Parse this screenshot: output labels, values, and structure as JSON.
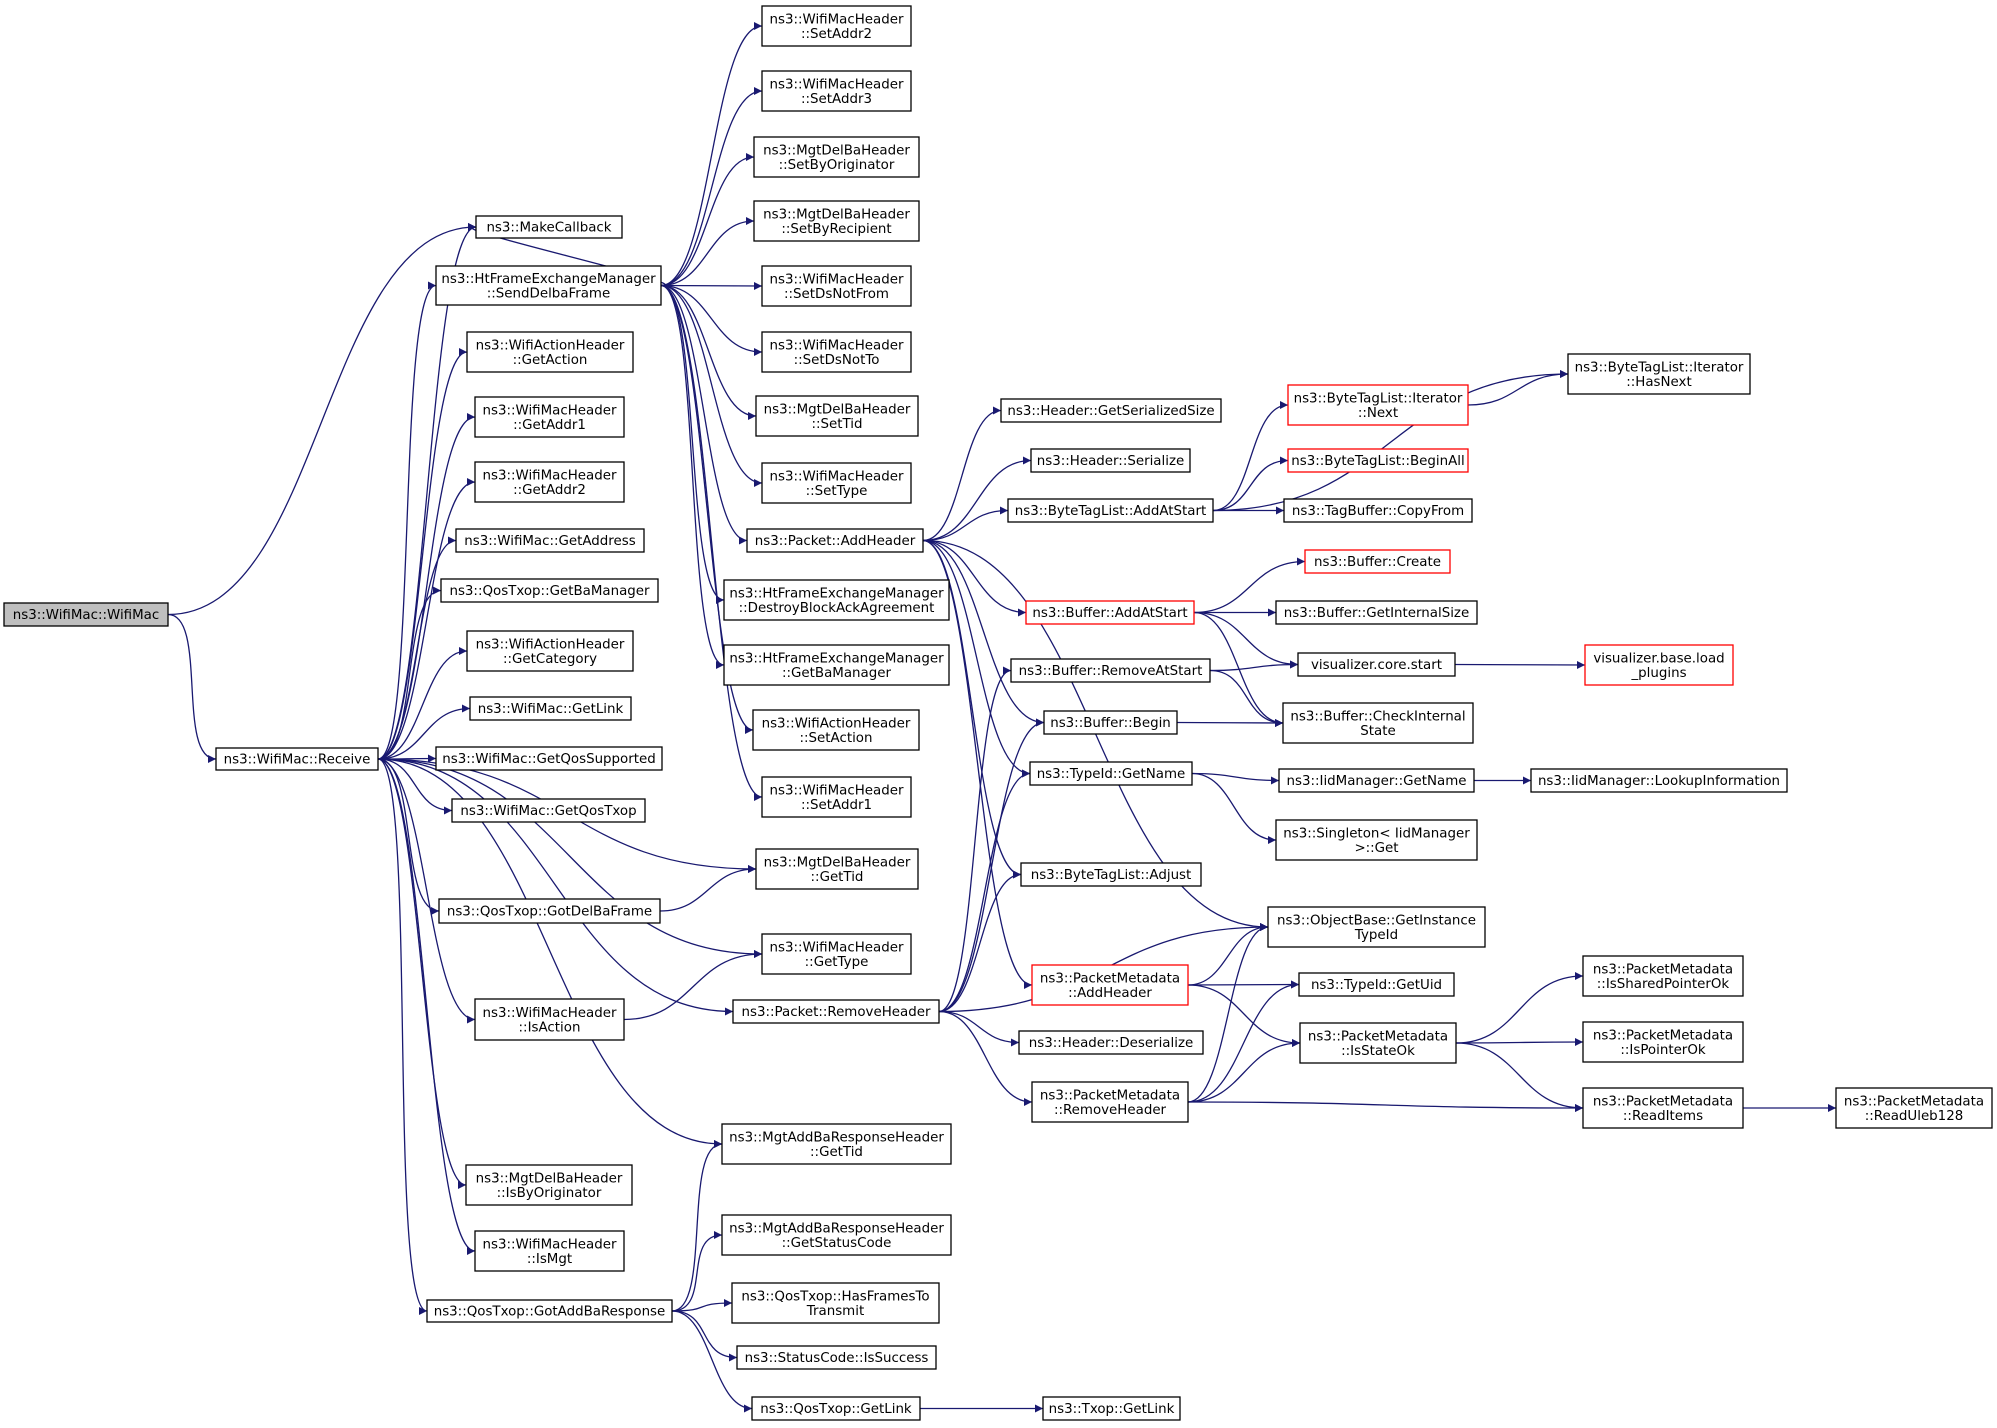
{
  "nodes": [
    {
      "id": "wifimac",
      "lines": [
        "ns3::WifiMac::WifiMac"
      ],
      "root": true
    },
    {
      "id": "receive",
      "lines": [
        "ns3::WifiMac::Receive"
      ]
    },
    {
      "id": "makecallback",
      "lines": [
        "ns3::MakeCallback"
      ]
    },
    {
      "id": "senddelba",
      "lines": [
        "ns3::HtFrameExchangeManager",
        "::SendDelbaFrame"
      ]
    },
    {
      "id": "getaction",
      "lines": [
        "ns3::WifiActionHeader",
        "::GetAction"
      ]
    },
    {
      "id": "getaddr1",
      "lines": [
        "ns3::WifiMacHeader",
        "::GetAddr1"
      ]
    },
    {
      "id": "getaddr2",
      "lines": [
        "ns3::WifiMacHeader",
        "::GetAddr2"
      ]
    },
    {
      "id": "getaddress",
      "lines": [
        "ns3::WifiMac::GetAddress"
      ]
    },
    {
      "id": "getbamanager_q",
      "lines": [
        "ns3::QosTxop::GetBaManager"
      ]
    },
    {
      "id": "getcategory",
      "lines": [
        "ns3::WifiActionHeader",
        "::GetCategory"
      ]
    },
    {
      "id": "getlink_w",
      "lines": [
        "ns3::WifiMac::GetLink"
      ]
    },
    {
      "id": "getqossupported",
      "lines": [
        "ns3::WifiMac::GetQosSupported"
      ]
    },
    {
      "id": "getqostxop",
      "lines": [
        "ns3::WifiMac::GetQosTxop"
      ]
    },
    {
      "id": "gotdelba",
      "lines": [
        "ns3::QosTxop::GotDelBaFrame"
      ]
    },
    {
      "id": "isaction",
      "lines": [
        "ns3::WifiMacHeader",
        "::IsAction"
      ]
    },
    {
      "id": "isbyoriginator",
      "lines": [
        "ns3::MgtDelBaHeader",
        "::IsByOriginator"
      ]
    },
    {
      "id": "ismgt",
      "lines": [
        "ns3::WifiMacHeader",
        "::IsMgt"
      ]
    },
    {
      "id": "gotaddba",
      "lines": [
        "ns3::QosTxop::GotAddBaResponse"
      ]
    },
    {
      "id": "setaddr2",
      "lines": [
        "ns3::WifiMacHeader",
        "::SetAddr2"
      ]
    },
    {
      "id": "setaddr3",
      "lines": [
        "ns3::WifiMacHeader",
        "::SetAddr3"
      ]
    },
    {
      "id": "setbyoriginator",
      "lines": [
        "ns3::MgtDelBaHeader",
        "::SetByOriginator"
      ]
    },
    {
      "id": "setbyrecipient",
      "lines": [
        "ns3::MgtDelBaHeader",
        "::SetByRecipient"
      ]
    },
    {
      "id": "setdsnotfrom",
      "lines": [
        "ns3::WifiMacHeader",
        "::SetDsNotFrom"
      ]
    },
    {
      "id": "setdsnotto",
      "lines": [
        "ns3::WifiMacHeader",
        "::SetDsNotTo"
      ]
    },
    {
      "id": "settid",
      "lines": [
        "ns3::MgtDelBaHeader",
        "::SetTid"
      ]
    },
    {
      "id": "settype",
      "lines": [
        "ns3::WifiMacHeader",
        "::SetType"
      ]
    },
    {
      "id": "addheader",
      "lines": [
        "ns3::Packet::AddHeader"
      ]
    },
    {
      "id": "destroyblockack",
      "lines": [
        "ns3::HtFrameExchangeManager",
        "::DestroyBlockAckAgreement"
      ]
    },
    {
      "id": "getbamanager_h",
      "lines": [
        "ns3::HtFrameExchangeManager",
        "::GetBaManager"
      ]
    },
    {
      "id": "setaction",
      "lines": [
        "ns3::WifiActionHeader",
        "::SetAction"
      ]
    },
    {
      "id": "setaddr1",
      "lines": [
        "ns3::WifiMacHeader",
        "::SetAddr1"
      ]
    },
    {
      "id": "gettid_delba",
      "lines": [
        "ns3::MgtDelBaHeader",
        "::GetTid"
      ]
    },
    {
      "id": "gettype",
      "lines": [
        "ns3::WifiMacHeader",
        "::GetType"
      ]
    },
    {
      "id": "removeheader",
      "lines": [
        "ns3::Packet::RemoveHeader"
      ]
    },
    {
      "id": "gettid_addba",
      "lines": [
        "ns3::MgtAddBaResponseHeader",
        "::GetTid"
      ]
    },
    {
      "id": "getstatuscode",
      "lines": [
        "ns3::MgtAddBaResponseHeader",
        "::GetStatusCode"
      ]
    },
    {
      "id": "hasframes",
      "lines": [
        "ns3::QosTxop::HasFramesTo",
        "Transmit"
      ]
    },
    {
      "id": "issuccess",
      "lines": [
        "ns3::StatusCode::IsSuccess"
      ]
    },
    {
      "id": "getlink_q",
      "lines": [
        "ns3::QosTxop::GetLink"
      ]
    },
    {
      "id": "getlink_t",
      "lines": [
        "ns3::Txop::GetLink"
      ]
    },
    {
      "id": "getserializedsize",
      "lines": [
        "ns3::Header::GetSerializedSize"
      ]
    },
    {
      "id": "serialize",
      "lines": [
        "ns3::Header::Serialize"
      ]
    },
    {
      "id": "addatstart_btl",
      "lines": [
        "ns3::ByteTagList::AddAtStart"
      ]
    },
    {
      "id": "buf_addatstart",
      "lines": [
        "ns3::Buffer::AddAtStart"
      ],
      "truncated": true
    },
    {
      "id": "removeatstart",
      "lines": [
        "ns3::Buffer::RemoveAtStart"
      ]
    },
    {
      "id": "buf_begin",
      "lines": [
        "ns3::Buffer::Begin"
      ]
    },
    {
      "id": "typeid_getname",
      "lines": [
        "ns3::TypeId::GetName"
      ]
    },
    {
      "id": "btl_adjust",
      "lines": [
        "ns3::ByteTagList::Adjust"
      ]
    },
    {
      "id": "pm_addheader",
      "lines": [
        "ns3::PacketMetadata",
        "::AddHeader"
      ],
      "truncated": true
    },
    {
      "id": "deserialize",
      "lines": [
        "ns3::Header::Deserialize"
      ]
    },
    {
      "id": "pm_removeheader",
      "lines": [
        "ns3::PacketMetadata",
        "::RemoveHeader"
      ]
    },
    {
      "id": "it_next",
      "lines": [
        "ns3::ByteTagList::Iterator",
        "::Next"
      ],
      "truncated": true
    },
    {
      "id": "btl_beginall",
      "lines": [
        "ns3::ByteTagList::BeginAll"
      ],
      "truncated": true
    },
    {
      "id": "copyfrom",
      "lines": [
        "ns3::TagBuffer::CopyFrom"
      ]
    },
    {
      "id": "buf_create",
      "lines": [
        "ns3::Buffer::Create"
      ],
      "truncated": true
    },
    {
      "id": "getinternalsize",
      "lines": [
        "ns3::Buffer::GetInternalSize"
      ]
    },
    {
      "id": "vis_start",
      "lines": [
        "visualizer.core.start"
      ]
    },
    {
      "id": "checkinternal",
      "lines": [
        "ns3::Buffer::CheckInternal",
        "State"
      ]
    },
    {
      "id": "iid_getname",
      "lines": [
        "ns3::IidManager::GetName"
      ]
    },
    {
      "id": "singleton_get",
      "lines": [
        "ns3::Singleton< IidManager",
        " >::Get"
      ]
    },
    {
      "id": "getinstancetypeid",
      "lines": [
        "ns3::ObjectBase::GetInstance",
        "TypeId"
      ]
    },
    {
      "id": "getuid",
      "lines": [
        "ns3::TypeId::GetUid"
      ]
    },
    {
      "id": "isstateok",
      "lines": [
        "ns3::PacketMetadata",
        "::IsStateOk"
      ]
    },
    {
      "id": "it_hasnext",
      "lines": [
        "ns3::ByteTagList::Iterator",
        "::HasNext"
      ]
    },
    {
      "id": "loadplugins",
      "lines": [
        "visualizer.base.load",
        "_plugins"
      ],
      "truncated": true
    },
    {
      "id": "lookupinfo",
      "lines": [
        "ns3::IidManager::LookupInformation"
      ]
    },
    {
      "id": "issharedpointerok",
      "lines": [
        "ns3::PacketMetadata",
        "::IsSharedPointerOk"
      ]
    },
    {
      "id": "ispointerok",
      "lines": [
        "ns3::PacketMetadata",
        "::IsPointerOk"
      ]
    },
    {
      "id": "readitems",
      "lines": [
        "ns3::PacketMetadata",
        "::ReadItems"
      ]
    },
    {
      "id": "readuleb128",
      "lines": [
        "ns3::PacketMetadata",
        "::ReadUleb128"
      ]
    }
  ],
  "edges": [
    [
      "wifimac",
      "makecallback"
    ],
    [
      "wifimac",
      "receive"
    ],
    [
      "receive",
      "makecallback"
    ],
    [
      "receive",
      "senddelba"
    ],
    [
      "receive",
      "getaction"
    ],
    [
      "receive",
      "getaddr1"
    ],
    [
      "receive",
      "getaddr2"
    ],
    [
      "receive",
      "getaddress"
    ],
    [
      "receive",
      "getbamanager_q"
    ],
    [
      "receive",
      "getcategory"
    ],
    [
      "receive",
      "getlink_w"
    ],
    [
      "receive",
      "getqossupported"
    ],
    [
      "receive",
      "getqostxop"
    ],
    [
      "receive",
      "gettid_delba"
    ],
    [
      "receive",
      "gotdelba"
    ],
    [
      "receive",
      "gettype"
    ],
    [
      "receive",
      "isaction"
    ],
    [
      "receive",
      "removeheader"
    ],
    [
      "receive",
      "gettid_addba"
    ],
    [
      "receive",
      "isbyoriginator"
    ],
    [
      "receive",
      "ismgt"
    ],
    [
      "receive",
      "gotaddba"
    ],
    [
      "senddelba",
      "makecallback"
    ],
    [
      "senddelba",
      "setaddr2"
    ],
    [
      "senddelba",
      "setaddr3"
    ],
    [
      "senddelba",
      "setbyoriginator"
    ],
    [
      "senddelba",
      "setbyrecipient"
    ],
    [
      "senddelba",
      "setdsnotfrom"
    ],
    [
      "senddelba",
      "setdsnotto"
    ],
    [
      "senddelba",
      "settid"
    ],
    [
      "senddelba",
      "settype"
    ],
    [
      "senddelba",
      "addheader"
    ],
    [
      "senddelba",
      "destroyblockack"
    ],
    [
      "senddelba",
      "getbamanager_h"
    ],
    [
      "senddelba",
      "setaction"
    ],
    [
      "senddelba",
      "setaddr1"
    ],
    [
      "gotdelba",
      "gettid_delba"
    ],
    [
      "isaction",
      "gettype"
    ],
    [
      "gotaddba",
      "gettid_addba"
    ],
    [
      "gotaddba",
      "getstatuscode"
    ],
    [
      "gotaddba",
      "hasframes"
    ],
    [
      "gotaddba",
      "issuccess"
    ],
    [
      "gotaddba",
      "getlink_q"
    ],
    [
      "getlink_q",
      "getlink_t"
    ],
    [
      "addheader",
      "getserializedsize"
    ],
    [
      "addheader",
      "serialize"
    ],
    [
      "addheader",
      "addatstart_btl"
    ],
    [
      "addheader",
      "buf_addatstart"
    ],
    [
      "addheader",
      "buf_begin"
    ],
    [
      "addheader",
      "typeid_getname"
    ],
    [
      "addheader",
      "btl_adjust"
    ],
    [
      "addheader",
      "getinstancetypeid"
    ],
    [
      "addheader",
      "pm_addheader"
    ],
    [
      "removeheader",
      "removeatstart"
    ],
    [
      "removeheader",
      "buf_begin"
    ],
    [
      "removeheader",
      "typeid_getname"
    ],
    [
      "removeheader",
      "btl_adjust"
    ],
    [
      "removeheader",
      "getinstancetypeid"
    ],
    [
      "removeheader",
      "deserialize"
    ],
    [
      "removeheader",
      "pm_removeheader"
    ],
    [
      "addatstart_btl",
      "it_hasnext"
    ],
    [
      "addatstart_btl",
      "it_next"
    ],
    [
      "addatstart_btl",
      "btl_beginall"
    ],
    [
      "addatstart_btl",
      "copyfrom"
    ],
    [
      "it_next",
      "it_hasnext"
    ],
    [
      "buf_addatstart",
      "buf_create"
    ],
    [
      "buf_addatstart",
      "getinternalsize"
    ],
    [
      "buf_addatstart",
      "vis_start"
    ],
    [
      "buf_addatstart",
      "checkinternal"
    ],
    [
      "removeatstart",
      "vis_start"
    ],
    [
      "removeatstart",
      "checkinternal"
    ],
    [
      "buf_begin",
      "checkinternal"
    ],
    [
      "vis_start",
      "loadplugins"
    ],
    [
      "typeid_getname",
      "iid_getname"
    ],
    [
      "typeid_getname",
      "singleton_get"
    ],
    [
      "iid_getname",
      "lookupinfo"
    ],
    [
      "pm_addheader",
      "getinstancetypeid"
    ],
    [
      "pm_addheader",
      "getuid"
    ],
    [
      "pm_addheader",
      "isstateok"
    ],
    [
      "pm_removeheader",
      "getinstancetypeid"
    ],
    [
      "pm_removeheader",
      "getuid"
    ],
    [
      "pm_removeheader",
      "isstateok"
    ],
    [
      "pm_removeheader",
      "readitems"
    ],
    [
      "isstateok",
      "issharedpointerok"
    ],
    [
      "isstateok",
      "ispointerok"
    ],
    [
      "isstateok",
      "readitems"
    ],
    [
      "readitems",
      "readuleb128"
    ]
  ]
}
